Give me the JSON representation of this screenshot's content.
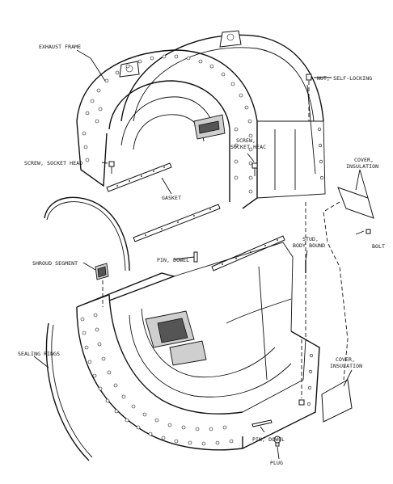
{
  "labels": {
    "exhaust_frame": "EXHAUST FRAME",
    "nut_self_locking": "NUT, SELF-LOCKING",
    "screw_socket_head_left": "SCREW, SOCKET HEAD",
    "screw_socket_head_mid_1": "SCREW,",
    "screw_socket_head_mid_2": "SOCKET HEAC",
    "cover_insulation_top_1": "COVER,",
    "cover_insulation_top_2": "INSULATION",
    "gasket": "GASKET",
    "stud_body_bound_1": "STUD,",
    "stud_body_bound_2": "BODY BOUND",
    "bolt": "BOLT",
    "shroud_segment": "SHROUD SEGMENT",
    "pin_dowel_top": "PIN, DOWEL",
    "sealing_rings": "SEALING RINGS",
    "cover_insulation_bottom_1": "COVER,",
    "cover_insulation_bottom_2": "INSULATION",
    "pin_dowel_bottom": "PIN, DOWEL",
    "plug": "PLUG"
  }
}
